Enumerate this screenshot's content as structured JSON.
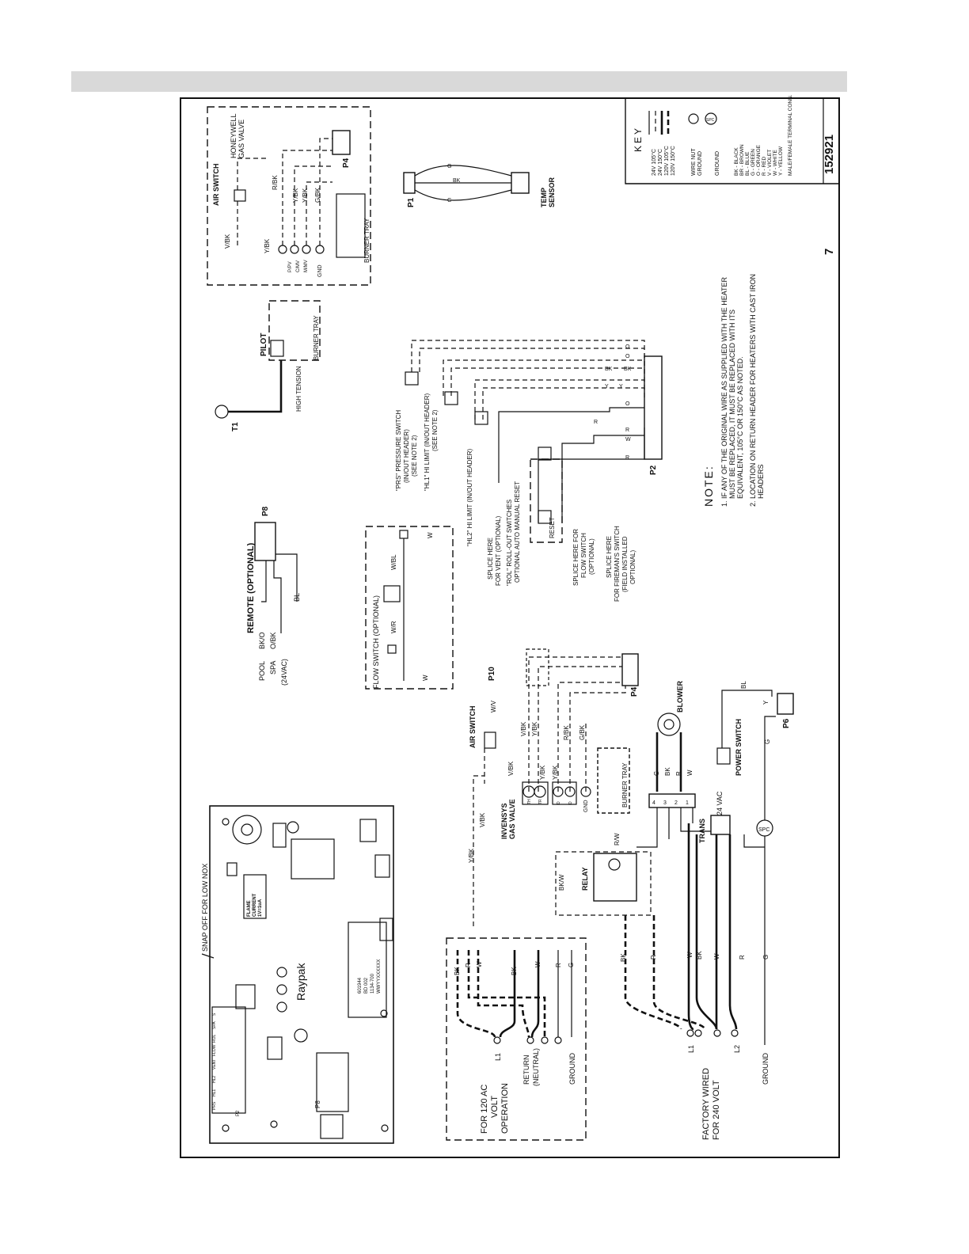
{
  "key": {
    "title": "KEY",
    "lines": [
      "24V 105°C",
      "24V 150°C",
      "120V 105°C",
      "120V 150°C"
    ],
    "symbols": [
      "WIRE NUT",
      "GROUND",
      "GROUND"
    ],
    "colors": [
      "BK - BLACK",
      "BR - BROWN",
      "BL - BLUE",
      "G - GREEN",
      "O - ORANGE",
      "R - RED",
      "V - VIOLET",
      "W - WHITE",
      "Y - YELLOW"
    ],
    "connector": "MALE/FEMALE TERMINAL CONN.",
    "drawing_number": "152921",
    "sheet": "7"
  },
  "notes": {
    "title": "NOTE:",
    "items": [
      "1. IF ANY OF THE ORIGINAL WIRE AS SUPPLIED WITH THE HEATER",
      "MUST BE REPLACED, IT MUST BE REPLACED WITH ITS",
      "EQUIVALENT, 105°C OR 150°C AS NOTED.",
      "2. LOCATION ON RETURN HEADER FOR HEATERS WITH CAST IRON",
      "HEADERS"
    ]
  },
  "honeywell": {
    "title1": "HONEYWELL",
    "title2": "GAS VALVE",
    "air_switch": "AIR SWITCH",
    "burner_tray": "BURNER TRAY",
    "connector": "P4",
    "terminals": [
      "P/PV",
      "C/MV",
      "M/MV",
      "GND"
    ],
    "wires": [
      "V/BK",
      "Y/BK",
      "R/BK",
      "Y/BK",
      "Y/BK",
      "G/BK"
    ]
  },
  "temp_sensor": {
    "label1": "TEMP",
    "label2": "SENSOR",
    "connector": "P1",
    "wires": [
      "G",
      "BK",
      "G"
    ]
  },
  "pilot": {
    "label": "PILOT",
    "high_tension": "HIGH TENSION",
    "burner_tray": "BURNER TRAY",
    "t1": "T1"
  },
  "remote": {
    "title": "REMOTE (OPTIONAL)",
    "connector": "P8",
    "labels": [
      "POOL",
      "SPA",
      "(24VAC)"
    ],
    "wires": [
      "BK/O",
      "O/BK",
      "BL"
    ]
  },
  "flow_switch": {
    "title": "FLOW SWITCH (OPTIONAL)",
    "wires": [
      "W",
      "W/R",
      "W/BL",
      "W"
    ]
  },
  "safety": {
    "prs": [
      "\"PRS\" PRESSURE SWITCH",
      "(IN/OUT HEADER)",
      "(SEE NOTE 2)"
    ],
    "hl1": [
      "\"HL1\" HI LIMIT (IN/OUT HEADER)",
      "(SEE NOTE 2)"
    ],
    "hl2": [
      "\"HL2\" HI LIMIT (IN/OUT HEADER)"
    ],
    "splice_vent": [
      "SPLICE HERE",
      "FOR VENT (OPTIONAL)"
    ],
    "rol": [
      "\"ROL\" ROLL-OUT SWITCHES",
      "OPTIONAL AUTO   MANUAL RESET"
    ],
    "reset": "RESET",
    "splice_flow": [
      "SPLICE HERE FOR",
      "FLOW SWITCH",
      "(OPTIONAL)"
    ],
    "splice_fire": [
      "SPLICE HERE",
      "FOR FIREMAN'S SWITCH",
      "(FIELD INSTALLED",
      "OPTIONAL)"
    ],
    "connector": "P2",
    "wires": [
      "O",
      "O",
      "BK",
      "BK",
      "Y",
      "Y",
      "O",
      "R",
      "R",
      "W",
      "R"
    ]
  },
  "board": {
    "snap": "SNAP OFF FOR LOW NOX",
    "brand": "Raypak",
    "flame": [
      "FLAME",
      "CURRENT",
      "1V=1uA"
    ],
    "label_box": [
      "601944",
      "BD 002",
      "1134-700",
      "WWYYXXXXXX"
    ],
    "connectors": [
      "P2",
      "P8"
    ],
    "header_labels": [
      "PRS",
      "HL1",
      "HL2",
      "VENT",
      "FLOW",
      "ROL",
      "SPA",
      "S"
    ]
  },
  "invensys": {
    "air_switch": "AIR SWITCH",
    "title1": "INVENSYS",
    "title2": "GAS VALVE",
    "p10": "P10",
    "p4": "P4",
    "burner_tray": "BURNER TRAY",
    "terminals": [
      "TH",
      "TR",
      "D",
      "D",
      "GND"
    ],
    "wires": [
      "W/V",
      "V/BK",
      "Y/BK",
      "Y/BK",
      "R/BK",
      "G/BK",
      "V/BK",
      "Y/BK",
      "Y/BK",
      "V/BK"
    ]
  },
  "blower": {
    "label": "BLOWER",
    "wires": [
      "G",
      "BK",
      "R",
      "W"
    ],
    "pins": [
      "4",
      "3",
      "2",
      "1"
    ]
  },
  "transformer": {
    "trans": "TRANS",
    "vac": "24 VAC"
  },
  "relay": {
    "label": "RELAY",
    "wires": [
      "BK/W",
      "R/W"
    ]
  },
  "power": {
    "switch": "POWER SWITCH",
    "connector": "P6",
    "wires": [
      "BL",
      "Y",
      "G"
    ],
    "spc": "SPC"
  },
  "ac120": {
    "title": [
      "FOR 120 AC",
      "VOLT",
      "OPERATION"
    ],
    "terms": [
      "L1",
      "RETURN",
      "(NEUTRAL)",
      "GROUND"
    ],
    "wires": [
      "BK",
      "R",
      "W",
      "BK",
      "W",
      "R",
      "G"
    ]
  },
  "ac240": {
    "title": [
      "FACTORY WIRED",
      "FOR 240 VOLT"
    ],
    "terms": [
      "L1",
      "L2",
      "GROUND"
    ],
    "wires": [
      "BK",
      "R",
      "W",
      "BK",
      "W",
      "R",
      "G"
    ]
  }
}
